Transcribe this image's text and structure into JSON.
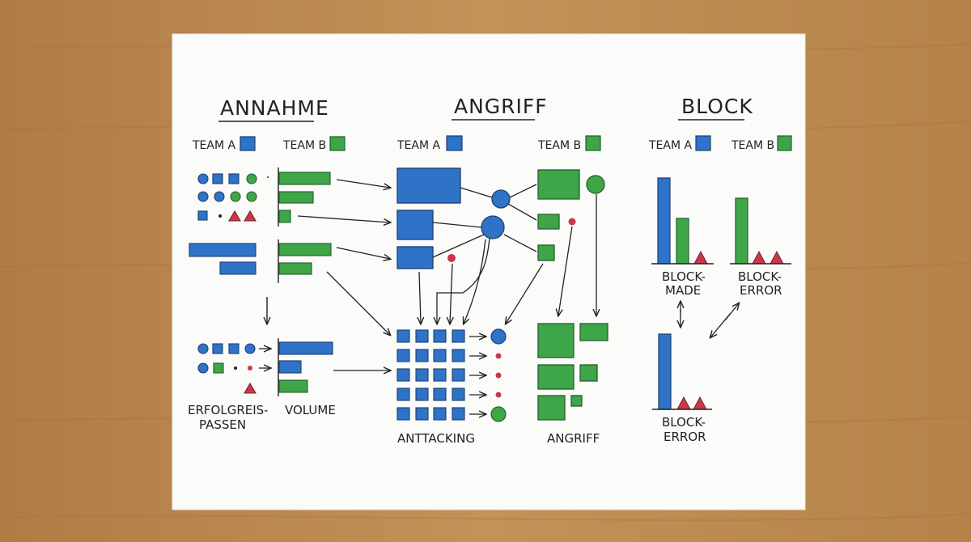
{
  "colors": {
    "team_a": "#2f73c9",
    "team_b": "#3ea548",
    "accent_red": "#c9374b",
    "ink": "#222222",
    "paper": "#fbfbfa",
    "wood": "#b9874f"
  },
  "sections": {
    "annahme": {
      "title": "ANNAHME",
      "team_a": "TEAM A",
      "team_b": "TEAM B",
      "caption_left": [
        "ERFOLGREIS-",
        "PASSEN"
      ],
      "caption_right": "VOLUME"
    },
    "angriff": {
      "title": "ANGRIFF",
      "team_a": "TEAM A",
      "team_b": "TEAM B",
      "caption_left": "ANTTACKING",
      "caption_right": "ANGRIFF"
    },
    "block": {
      "title": "BLOCK",
      "team_a": "TEAM A",
      "team_b": "TEAM B",
      "chart_left_label": [
        "BLOCK-",
        "MADE"
      ],
      "chart_right_label": [
        "BLOCK-",
        "ERROR"
      ],
      "chart_bottom_label": [
        "BLOCK-",
        "ERROR"
      ]
    }
  }
}
